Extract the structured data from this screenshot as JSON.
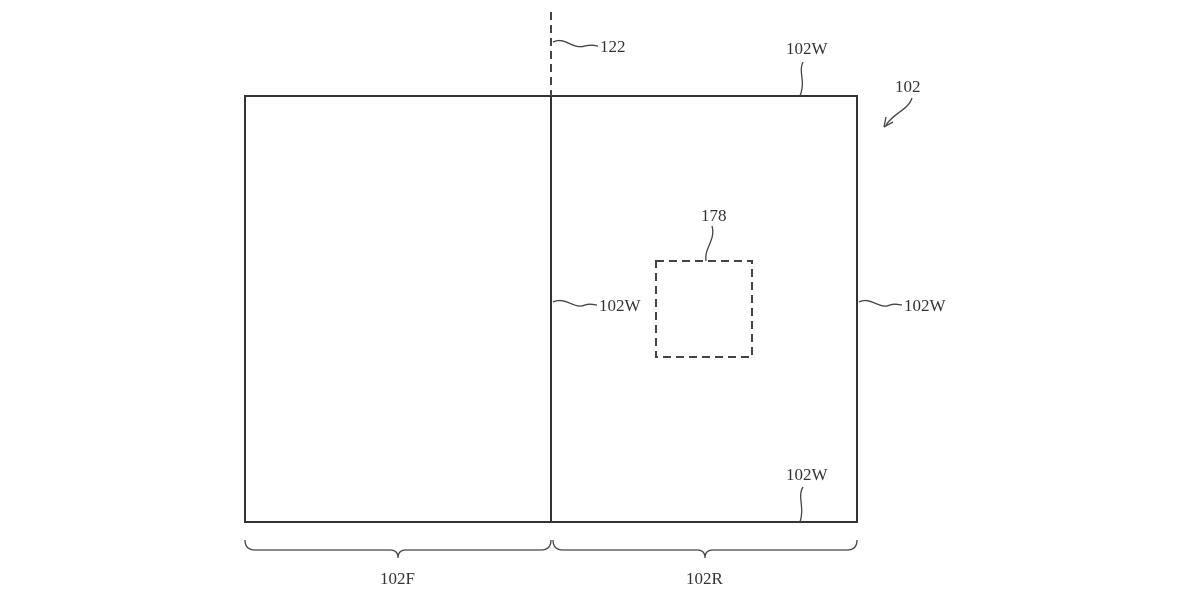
{
  "figure": {
    "labels": {
      "fold_axis": "122",
      "wall_top": "102W",
      "device": "102",
      "sensor_region": "178",
      "wall_middle": "102W",
      "wall_right": "102W",
      "wall_bottom": "102W",
      "front_portion": "102F",
      "rear_portion": "102R"
    }
  }
}
